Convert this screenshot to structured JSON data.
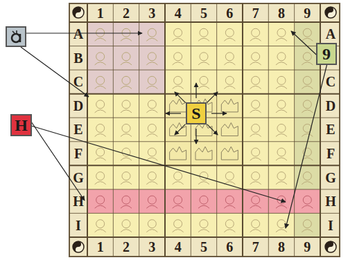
{
  "diagram": {
    "nodes": [
      {
        "text": [
          "9"
        ]
      },
      {
        "text": [
          "S"
        ]
      },
      {
        "text": [
          "H"
        ]
      }
    ],
    "labels": [
      "1",
      "2",
      "3",
      "4",
      "5",
      "6",
      "7",
      "8",
      "9",
      "A",
      "B",
      "C",
      "D",
      "E",
      "F",
      "G",
      "H",
      "I",
      "A",
      "B",
      "C",
      "D",
      "E",
      "F",
      "G",
      "H",
      "I",
      "1",
      "2",
      "3",
      "4",
      "5",
      "6",
      "7",
      "8",
      "9"
    ]
  }
}
